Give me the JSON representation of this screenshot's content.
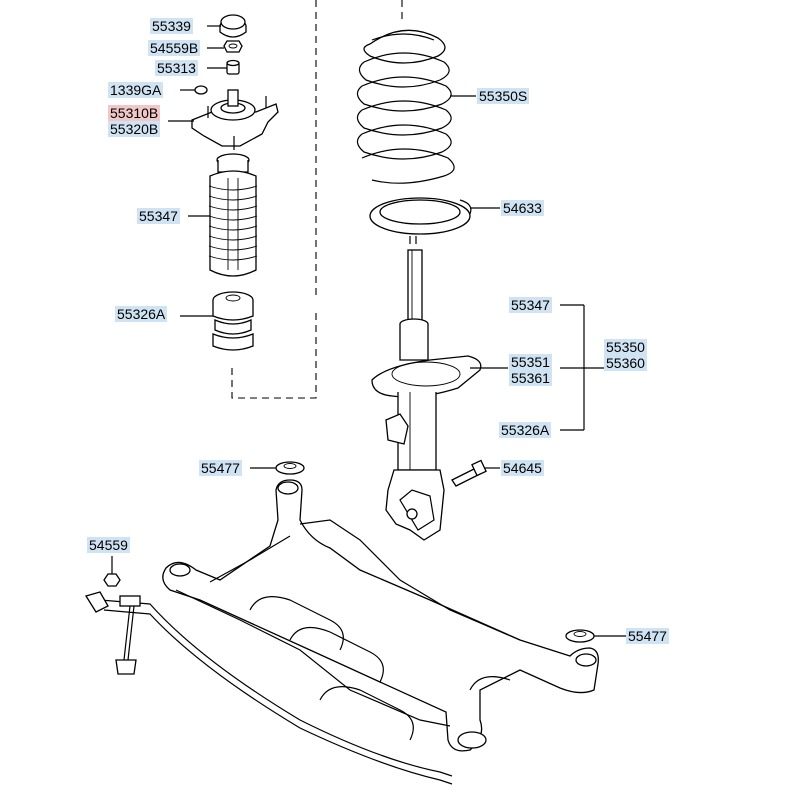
{
  "labels": {
    "l55339": "55339",
    "l54559B": "54559B",
    "l55313": "55313",
    "l1339GA": "1339GA",
    "l55310B": "55310B",
    "l55320B": "55320B",
    "l55347a": "55347",
    "l55326Aa": "55326A",
    "l55350S": "55350S",
    "l54633": "54633",
    "l55347b": "55347",
    "l55351": "55351",
    "l55361": "55361",
    "l55350": "55350",
    "l55360": "55360",
    "l55326Ab": "55326A",
    "l55477a": "55477",
    "l54645": "54645",
    "l54559": "54559",
    "l55477b": "55477"
  },
  "colors": {
    "label_bg": "#cfe3f3",
    "highlight_bg": "#f2c7c7",
    "line": "#000000"
  }
}
